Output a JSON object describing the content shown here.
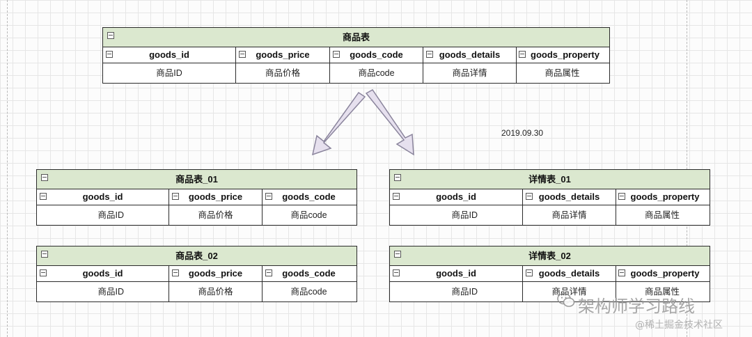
{
  "main_table": {
    "title": "商品表",
    "columns": [
      "goods_id",
      "goods_price",
      "goods_code",
      "goods_details",
      "goods_property"
    ],
    "values": [
      "商品ID",
      "商品价格",
      "商品code",
      "商品详情",
      "商品属性"
    ]
  },
  "date": "2019.09.30",
  "goods_tables": [
    {
      "title": "商品表_01",
      "columns": [
        "goods_id",
        "goods_price",
        "goods_code"
      ],
      "values": [
        "商品ID",
        "商品价格",
        "商品code"
      ]
    },
    {
      "title": "商品表_02",
      "columns": [
        "goods_id",
        "goods_price",
        "goods_code"
      ],
      "values": [
        "商品ID",
        "商品价格",
        "商品code"
      ]
    }
  ],
  "detail_tables": [
    {
      "title": "详情表_01",
      "columns": [
        "goods_id",
        "goods_details",
        "goods_property"
      ],
      "values": [
        "商品ID",
        "商品详情",
        "商品属性"
      ]
    },
    {
      "title": "详情表_02",
      "columns": [
        "goods_id",
        "goods_details",
        "goods_property"
      ],
      "values": [
        "商品ID",
        "商品详情",
        "商品属性"
      ]
    }
  ],
  "watermark": {
    "main": "架构师学习路线",
    "sub": "@稀土掘金技术社区"
  },
  "colors": {
    "header_fill": "#dbe8cf",
    "arrow_fill": "#e6e0ee",
    "arrow_stroke": "#8a849c"
  }
}
